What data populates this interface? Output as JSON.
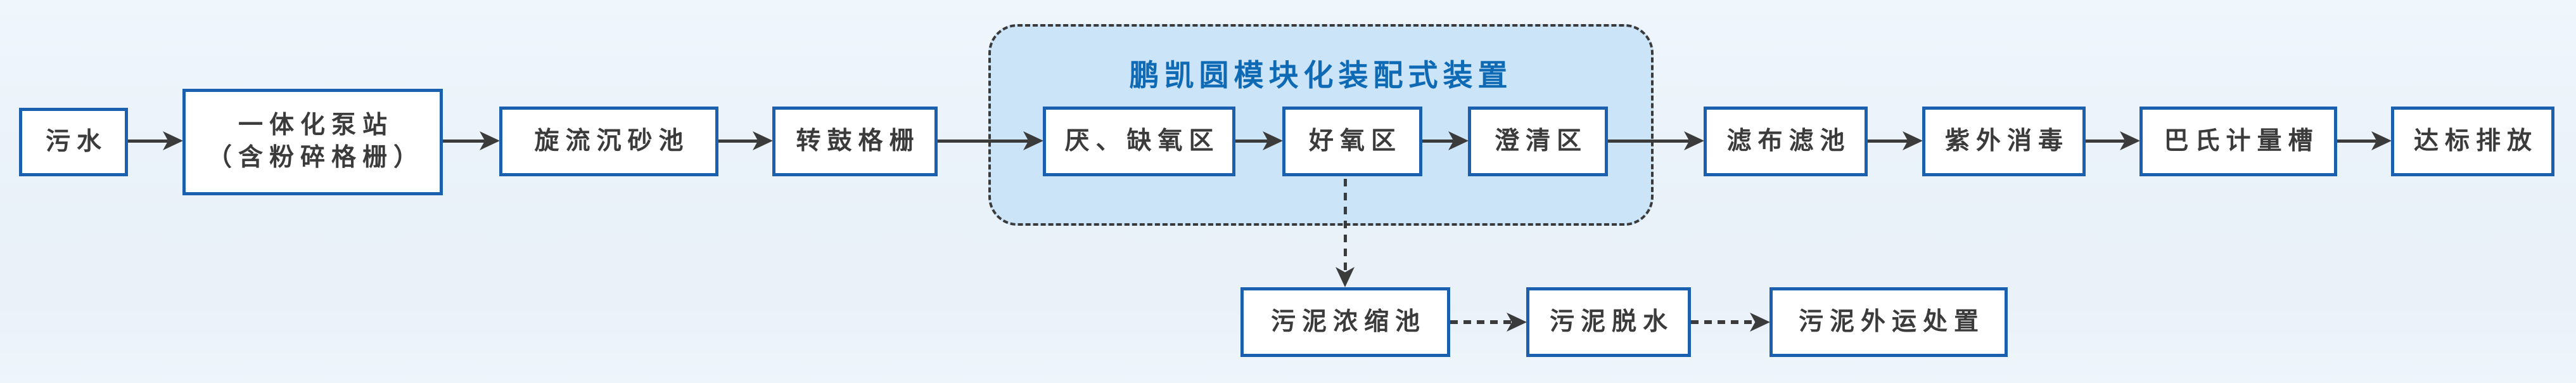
{
  "colors": {
    "background_top": "#eff6fc",
    "background_bottom": "#eaf1f9",
    "node_border": "#1a60ae",
    "node_fill": "#ffffff",
    "node_text": "#3b3b3b",
    "connector": "#3b3b3b",
    "group_fill": "#cbe4f7",
    "group_border": "#3a3a3a",
    "group_title_color": "#0f6ab5"
  },
  "flowchart": {
    "group": {
      "title": "鹏凯圆模块化装配式装置"
    },
    "nodes": {
      "sewage": {
        "label": "污水"
      },
      "pump_station": {
        "label_line1": "一体化泵站",
        "label_line2": "（含粉碎格栅）"
      },
      "grit_chamber": {
        "label": "旋流沉砂池"
      },
      "drum_screen": {
        "label": "转鼓格栅"
      },
      "anoxic_zone": {
        "label": "厌、缺氧区"
      },
      "aerobic_zone": {
        "label": "好氧区"
      },
      "clarifier_zone": {
        "label": "澄清区"
      },
      "cloth_filter": {
        "label": "滤布滤池"
      },
      "uv_disinfection": {
        "label": "紫外消毒"
      },
      "parshall_flume": {
        "label": "巴氏计量槽"
      },
      "discharge": {
        "label": "达标排放"
      },
      "sludge_thickener": {
        "label": "污泥浓缩池"
      },
      "sludge_dewatering": {
        "label": "污泥脱水"
      },
      "sludge_disposal": {
        "label": "污泥外运处置"
      }
    }
  }
}
